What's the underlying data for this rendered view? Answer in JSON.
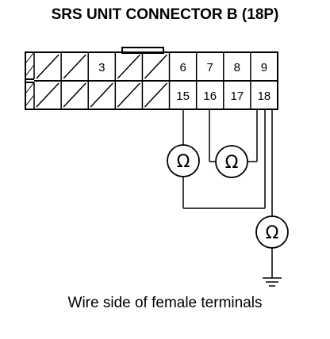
{
  "title": "SRS UNIT CONNECTOR B (18P)",
  "caption": "Wire side of female terminals",
  "ohm_symbol": "Ω",
  "connector": {
    "top_row": [
      {
        "pin": "",
        "hatched": true
      },
      {
        "pin": "",
        "hatched": true
      },
      {
        "pin": "3",
        "hatched": false
      },
      {
        "pin": "",
        "hatched": true
      },
      {
        "pin": "",
        "hatched": true
      },
      {
        "pin": "6",
        "hatched": false
      },
      {
        "pin": "7",
        "hatched": false
      },
      {
        "pin": "8",
        "hatched": false
      },
      {
        "pin": "9",
        "hatched": false
      }
    ],
    "bottom_row": [
      {
        "pin": "",
        "hatched": true
      },
      {
        "pin": "",
        "hatched": true
      },
      {
        "pin": "",
        "hatched": true
      },
      {
        "pin": "",
        "hatched": true
      },
      {
        "pin": "",
        "hatched": true
      },
      {
        "pin": "15",
        "hatched": false
      },
      {
        "pin": "16",
        "hatched": false
      },
      {
        "pin": "17",
        "hatched": false
      },
      {
        "pin": "18",
        "hatched": false
      }
    ]
  },
  "meters": [
    {
      "id": "ohmmeter-1",
      "between": [
        "15",
        "18"
      ]
    },
    {
      "id": "ohmmeter-2",
      "between": [
        "16",
        "18"
      ]
    },
    {
      "id": "ohmmeter-3",
      "between": [
        "18",
        "ground"
      ]
    }
  ]
}
